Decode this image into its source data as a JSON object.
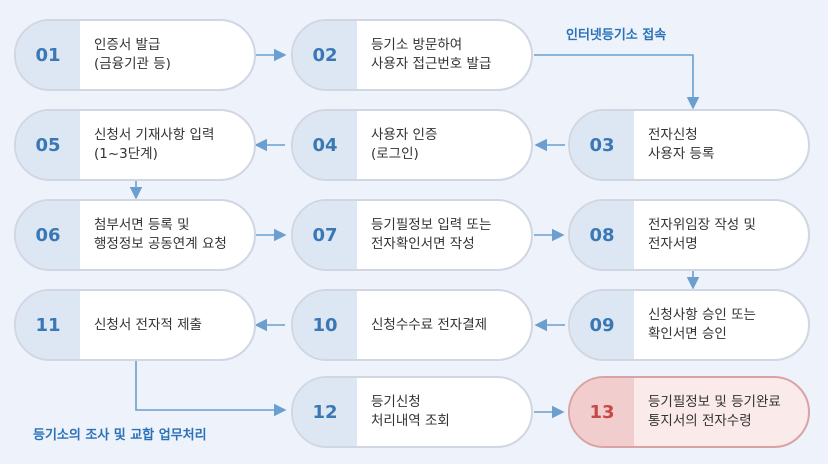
{
  "steps": [
    {
      "num": "01",
      "l1": "인증서 발급",
      "l2": "(금융기관 등)"
    },
    {
      "num": "02",
      "l1": "등기소 방문하여",
      "l2": "사용자 접근번호 발급"
    },
    {
      "num": "03",
      "l1": "전자신청",
      "l2": "사용자 등록"
    },
    {
      "num": "04",
      "l1": "사용자 인증",
      "l2": "(로그인)"
    },
    {
      "num": "05",
      "l1": "신청서 기재사항 입력",
      "l2": "(1~3단계)"
    },
    {
      "num": "06",
      "l1": "첨부서면 등록 및",
      "l2": "행정정보 공동연계 요청"
    },
    {
      "num": "07",
      "l1": "등기필정보 입력 또는",
      "l2": "전자확인서면 작성"
    },
    {
      "num": "08",
      "l1": "전자위임장 작성 및",
      "l2": "전자서명"
    },
    {
      "num": "09",
      "l1": "신청사항 승인 또는",
      "l2": "확인서면 승인"
    },
    {
      "num": "10",
      "l1": "신청수수료 전자결제",
      "l2": ""
    },
    {
      "num": "11",
      "l1": "신청서 전자적 제출",
      "l2": ""
    },
    {
      "num": "12",
      "l1": "등기신청",
      "l2": "처리내역 조회"
    },
    {
      "num": "13",
      "l1": "등기필정보 및 등기완료",
      "l2": "통지서의 전자수령"
    }
  ],
  "labels": {
    "online": "인터넷등기소 접속",
    "office": "등기소의 조사 및 교합 업무처리"
  },
  "colors": {
    "arrow": "#6a9fd0",
    "accent": "#2a72b8",
    "highlight": "#c84848"
  }
}
